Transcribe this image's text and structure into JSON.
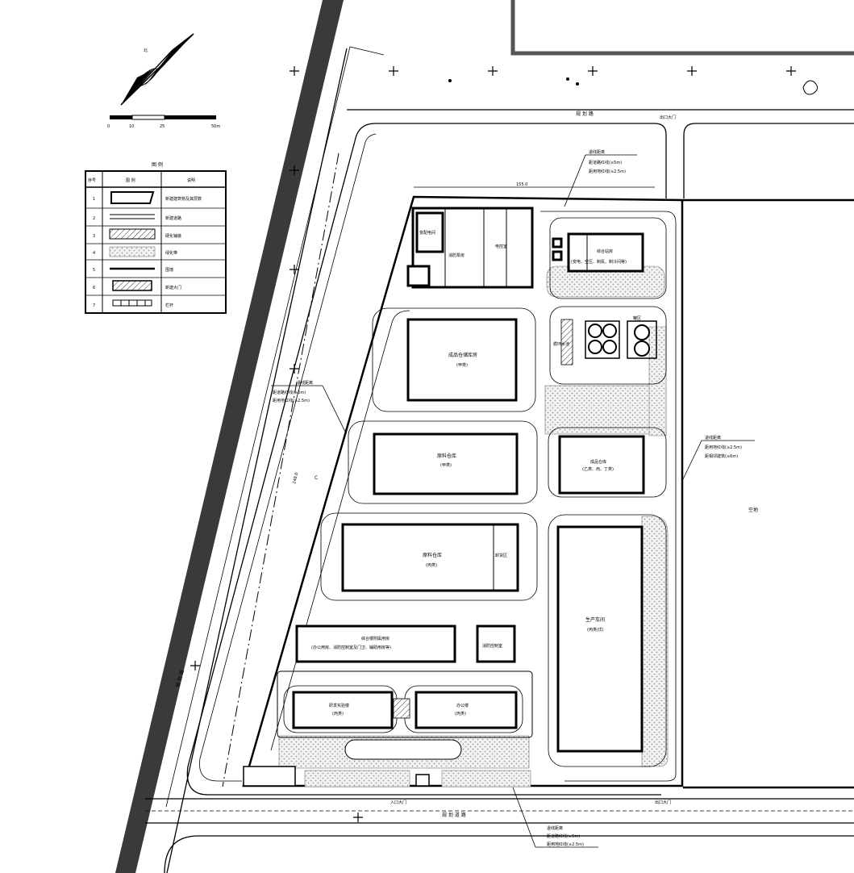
{
  "north_label": "北",
  "scale_bar": {
    "ticks": [
      "0",
      "10",
      "25",
      "50m"
    ]
  },
  "legend": {
    "title": "图 例",
    "headers": [
      "序号",
      "图 例",
      "说明"
    ],
    "rows": [
      {
        "no": "1",
        "desc": "新建建筑物及其层数"
      },
      {
        "no": "2",
        "desc": "新建道路"
      },
      {
        "no": "3",
        "desc": "硬化铺装"
      },
      {
        "no": "4",
        "desc": "绿化带"
      },
      {
        "no": "5",
        "desc": "围墙"
      },
      {
        "no": "6",
        "desc": "新建大门"
      },
      {
        "no": "7",
        "desc": "栏杆"
      }
    ]
  },
  "roads": {
    "north": "规 划 路",
    "south": "规 划 道 路",
    "west": "规 划 路"
  },
  "neighbor_plot": "空地",
  "annotations": {
    "bound_mark": "C",
    "west_dim": "248.0",
    "top_dim": "155.0",
    "sw_gate": "入口大门",
    "ne_gate": "出口大门",
    "setback": "退线距离",
    "callout_ne": [
      "退线距离",
      "距道路红线(≥5m)",
      "距用地红线(≥2.5m)"
    ],
    "callout_w": [
      "退线距离",
      "距道路红线(≥5m)",
      "距用地红线(≥2.5m)"
    ],
    "callout_e": [
      "退线距离",
      "距用地红线(≥2.5m)",
      "距相邻建筑(≥6m)"
    ],
    "callout_s": [
      "退线距离",
      "距道路红线(≥5m)",
      "距用地红线(≥2.5m)"
    ]
  },
  "buildings": {
    "substation": "变配电间",
    "pump_house": "消防泵房",
    "electrical": "电控室",
    "ne_block": [
      "综合站房",
      "(变电、空压、制氮、制冷间等)"
    ],
    "warehouse_a": [
      "成品仓储库房",
      "(甲类)"
    ],
    "warehouse_b": [
      "原料仓库",
      "(甲类)"
    ],
    "warehouse_c": [
      "原料仓库",
      "(丙类)"
    ],
    "warehouse_e": [
      "成品仓库",
      "(乙类、丙、丁类)"
    ],
    "big_workshop": [
      "生产车间",
      "(丙类/戊)"
    ],
    "long_building": [
      "综合楼附属用房",
      "(办公用房、消防控制室及门卫、辅助用房等)"
    ],
    "small_room": "消防控制室",
    "dormitory": [
      "研发实验楼",
      "(丙类)"
    ],
    "office": [
      "办公楼",
      "(丙类)"
    ],
    "side_label": "卸货区",
    "tank_room": "罐区",
    "aux_room": "循环水池"
  }
}
